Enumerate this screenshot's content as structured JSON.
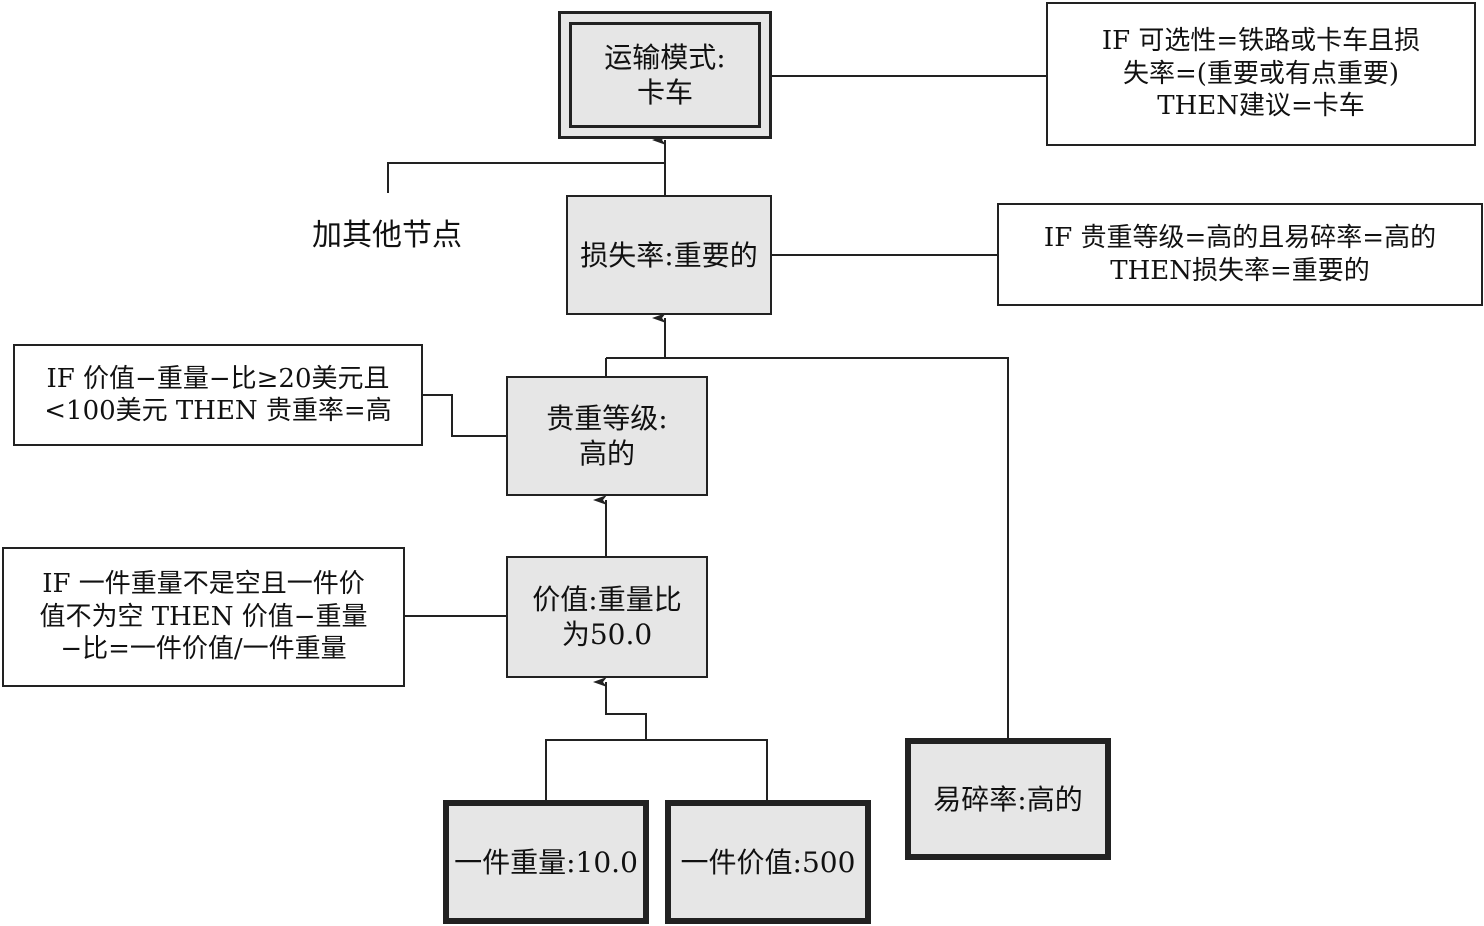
{
  "nodes": {
    "transport_mode": "运输模式:\n卡车",
    "loss_rate": "损失率:重要的",
    "value_class": "贵重等级:\n高的",
    "value_weight_ratio": "价值:重量比\n为50.0",
    "fragility": "易碎率:高的",
    "item_weight": "一件重量:10.0",
    "item_value": "一件价值:500"
  },
  "rules": {
    "transport_rule": "IF 可选性=铁路或卡车且损\n失率=(重要或有点重要)\nTHEN建议=卡车",
    "loss_rule": "IF 贵重等级=高的且易碎率=高的\nTHEN损失率=重要的",
    "value_class_rule": "IF 价值−重量−比≥20美元且\n<100美元 THEN 贵重率=高",
    "ratio_rule": "IF 一件重量不是空且一件价\n值不为空 THEN 价值−重量\n−比=一件价值/一件重量"
  },
  "labels": {
    "add_other_nodes": "加其他节点"
  },
  "colors": {
    "node_fill": "#e6e6e6",
    "line": "#222222",
    "rule_fill": "#ffffff"
  }
}
